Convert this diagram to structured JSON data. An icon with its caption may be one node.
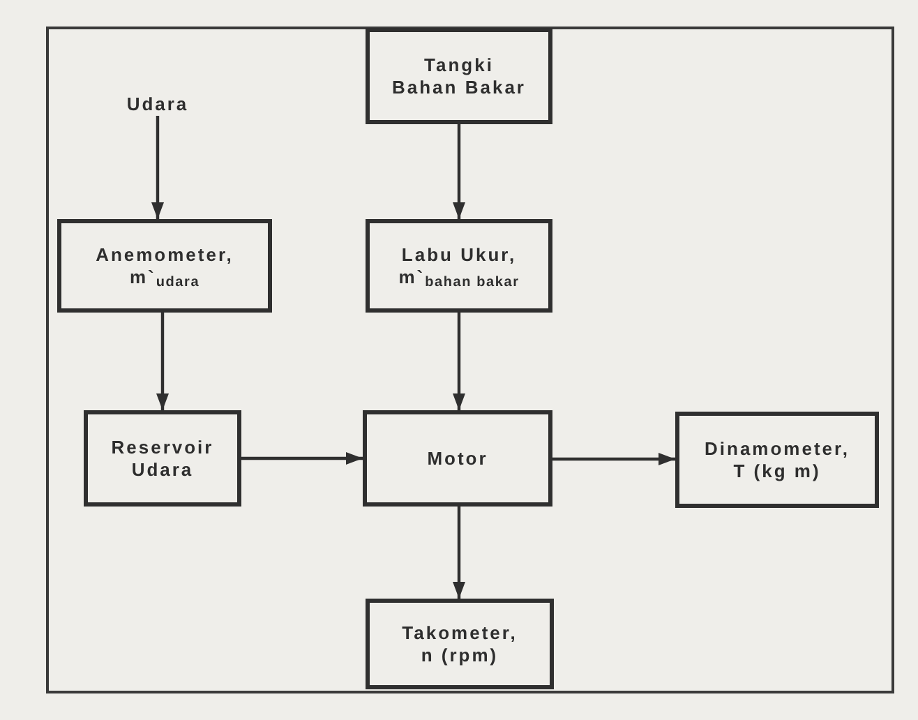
{
  "diagram": {
    "nodes": [
      {
        "text": [
          "Tangki Bahan Bakar"
        ]
      },
      {
        "text": [
          "Udara"
        ]
      },
      {
        "text": [
          "Anemometer, m`$_{udara}$"
        ]
      },
      {
        "text": [
          "Labu Ukur, m`$_{bahan bakar}$"
        ]
      },
      {
        "text": [
          "Reservoir Udara"
        ]
      },
      {
        "text": [
          "Motor"
        ]
      },
      {
        "text": [
          "Dinamometer, T (kg m)"
        ]
      },
      {
        "text": [
          "Takometer, n (rpm)"
        ]
      }
    ],
    "edges": [
      {
        "from": 1,
        "to": 2,
        "arrow": "to"
      },
      {
        "from": 0,
        "to": 3,
        "arrow": "to"
      },
      {
        "from": 2,
        "to": 4,
        "arrow": "to"
      },
      {
        "from": 3,
        "to": 5,
        "arrow": "to"
      },
      {
        "from": 4,
        "to": 5,
        "arrow": "to"
      },
      {
        "from": 5,
        "to": 6,
        "arrow": "to"
      },
      {
        "from": 5,
        "to": 7,
        "arrow": "to"
      }
    ]
  }
}
